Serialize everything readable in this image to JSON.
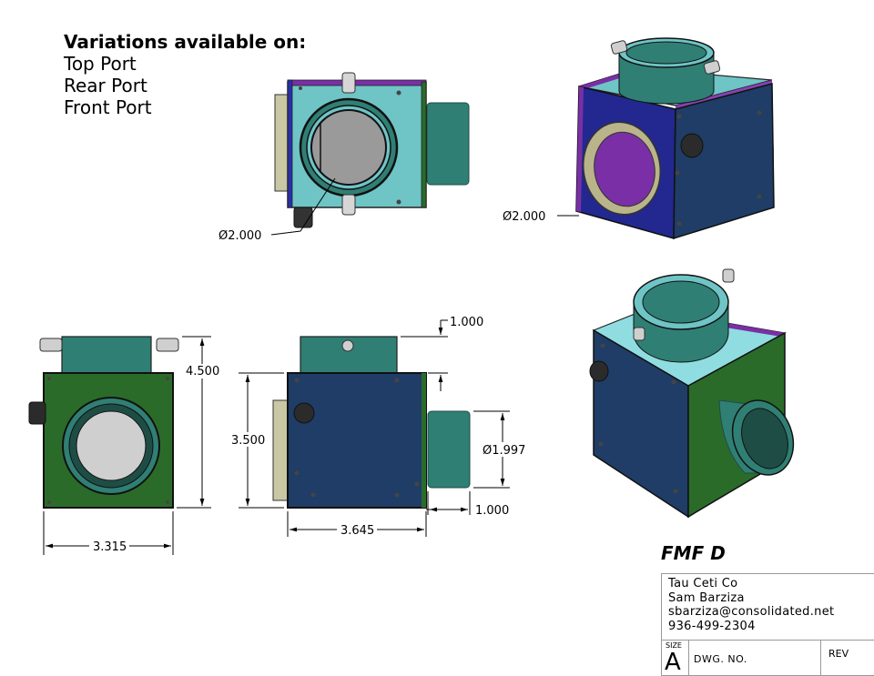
{
  "notes": {
    "heading": "Variations available on:",
    "options": [
      "Top Port",
      "Rear Port",
      "Front Port"
    ]
  },
  "dimensions": {
    "top_view_port_dia": "Ø2.000",
    "iso_port_dia": "Ø2.000",
    "front_height": "4.500",
    "front_width": "3.315",
    "side_body_height": "3.500",
    "side_width": "3.645",
    "side_top_port_height": "1.000",
    "side_front_port_dia": "Ø1.997",
    "side_front_port_length": "1.000"
  },
  "title_block": {
    "part_name": "FMF D",
    "company": "Tau Ceti Co",
    "contact": "Sam Barziza",
    "email": "sbarziza@consolidated.net",
    "phone": "936-499-2304",
    "size_label": "SIZE",
    "size_value": "A",
    "dwg_no_label": "DWG.  NO.",
    "rev_label": "REV"
  },
  "colors": {
    "body_blue": "#1f3d66",
    "top_cyan": "#6fc4c6",
    "front_green": "#2a6b2a",
    "tube_teal": "#2f7f74",
    "side_purple": "#7a2fa6",
    "port_gray": "#a9a9a9"
  }
}
